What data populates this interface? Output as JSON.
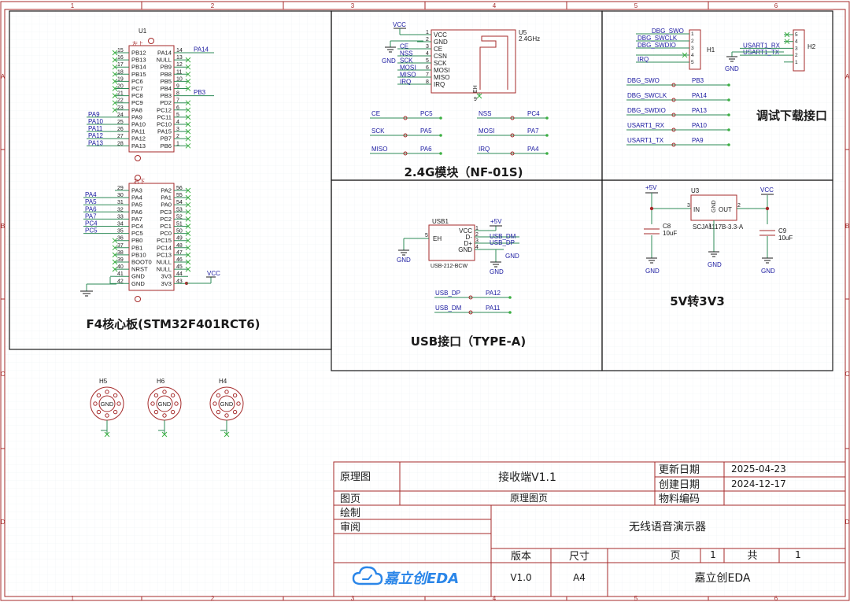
{
  "frame": {
    "cols": [
      "1",
      "2",
      "3",
      "4",
      "5",
      "6"
    ],
    "rows": [
      "A",
      "B",
      "C",
      "D"
    ]
  },
  "blocks": {
    "mcu": {
      "title": "F4核心板(STM32F401RCT6)",
      "designator": "U1",
      "top_tag": "左上",
      "bottom_tag": "右下",
      "top_left": [
        {
          "n": "15",
          "p": "PB12"
        },
        {
          "n": "16",
          "p": "PB13"
        },
        {
          "n": "17",
          "p": "PB14"
        },
        {
          "n": "18",
          "p": "PB15"
        },
        {
          "n": "19",
          "p": "PC6"
        },
        {
          "n": "20",
          "p": "PC7"
        },
        {
          "n": "21",
          "p": "PC8"
        },
        {
          "n": "22",
          "p": "PC9"
        },
        {
          "n": "23",
          "p": "PA8"
        },
        {
          "n": "24",
          "p": "PA9"
        },
        {
          "n": "25",
          "p": "PA10"
        },
        {
          "n": "26",
          "p": "PA11"
        },
        {
          "n": "27",
          "p": "PA12"
        },
        {
          "n": "28",
          "p": "PA13"
        }
      ],
      "top_right": [
        {
          "n": "14",
          "p": "PA14"
        },
        {
          "n": "13",
          "p": "NULL"
        },
        {
          "n": "12",
          "p": "PB9"
        },
        {
          "n": "11",
          "p": "PB8"
        },
        {
          "n": "10",
          "p": "PB5"
        },
        {
          "n": "9",
          "p": "PB4"
        },
        {
          "n": "8",
          "p": "PB3"
        },
        {
          "n": "7",
          "p": "PD2"
        },
        {
          "n": "6",
          "p": "PC12"
        },
        {
          "n": "5",
          "p": "PC11"
        },
        {
          "n": "4",
          "p": "PC10"
        },
        {
          "n": "3",
          "p": "PA15"
        },
        {
          "n": "2",
          "p": "PB7"
        },
        {
          "n": "1",
          "p": "PB6"
        }
      ],
      "bottom_left": [
        {
          "n": "29",
          "p": "PA3"
        },
        {
          "n": "30",
          "p": "PA4"
        },
        {
          "n": "31",
          "p": "PA5"
        },
        {
          "n": "32",
          "p": "PA6"
        },
        {
          "n": "33",
          "p": "PA7"
        },
        {
          "n": "34",
          "p": "PC4"
        },
        {
          "n": "35",
          "p": "PC5"
        },
        {
          "n": "36",
          "p": "PB0"
        },
        {
          "n": "37",
          "p": "PB1"
        },
        {
          "n": "38",
          "p": "PB10"
        },
        {
          "n": "39",
          "p": "BOOT0"
        },
        {
          "n": "40",
          "p": "NRST"
        },
        {
          "n": "41",
          "p": "GND"
        },
        {
          "n": "42",
          "p": "GND"
        }
      ],
      "bottom_right": [
        {
          "n": "56",
          "p": "PA2"
        },
        {
          "n": "55",
          "p": "PA1"
        },
        {
          "n": "54",
          "p": "PA0"
        },
        {
          "n": "53",
          "p": "PC3"
        },
        {
          "n": "52",
          "p": "PC2"
        },
        {
          "n": "51",
          "p": "PC1"
        },
        {
          "n": "50",
          "p": "PC0"
        },
        {
          "n": "49",
          "p": "PC15"
        },
        {
          "n": "48",
          "p": "PC14"
        },
        {
          "n": "47",
          "p": "PC13"
        },
        {
          "n": "46",
          "p": "NULL"
        },
        {
          "n": "45",
          "p": "NULL"
        },
        {
          "n": "44",
          "p": "3V3"
        },
        {
          "n": "43",
          "p": "3V3"
        }
      ],
      "net_top_left": [
        "PA9",
        "PA10",
        "PA11",
        "PA12",
        "PA13"
      ],
      "net_top_right": [
        "PA14",
        "PB3"
      ],
      "net_bottom_left": [
        "PA4",
        "PA5",
        "PA6",
        "PA7",
        "PC4",
        "PC5"
      ],
      "net_vcc": "VCC"
    },
    "rf": {
      "title": "2.4G模块（NF-01S)",
      "designator": "U5",
      "part": "2.4GHz",
      "pins": [
        {
          "n": "1",
          "p": "VCC"
        },
        {
          "n": "2",
          "p": "GND"
        },
        {
          "n": "3",
          "p": "CE"
        },
        {
          "n": "4",
          "p": "CSN"
        },
        {
          "n": "5",
          "p": "SCK"
        },
        {
          "n": "6",
          "p": "MOSI"
        },
        {
          "n": "7",
          "p": "MISO"
        },
        {
          "n": "8",
          "p": "IRQ"
        }
      ],
      "pin_nets": [
        "CE",
        "NSS",
        "SCK",
        "MOSI",
        "MISO",
        "IRQ"
      ],
      "eh_label": "EH",
      "eh_pin": "9",
      "vcc": "VCC",
      "gnd": "GND",
      "links": [
        {
          "a": "CE",
          "b": "PC5"
        },
        {
          "a": "NSS",
          "b": "PC4"
        },
        {
          "a": "SCK",
          "b": "PA5"
        },
        {
          "a": "MOSI",
          "b": "PA7"
        },
        {
          "a": "MISO",
          "b": "PA6"
        },
        {
          "a": "IRQ",
          "b": "PA4"
        }
      ]
    },
    "debug": {
      "title": "调试下载接口",
      "h1": {
        "designator": "H1",
        "nets": [
          "DBG_SWO",
          "DBG_SWCLK",
          "DBG_SWDIO",
          "",
          "IRQ"
        ],
        "pins": [
          "1",
          "2",
          "3",
          "4",
          "5"
        ]
      },
      "h2": {
        "designator": "H2",
        "nets": [
          "",
          "",
          "USART1_RX",
          "USART1_TX",
          ""
        ],
        "pins": [
          "5",
          "4",
          "3",
          "2",
          "1"
        ]
      },
      "gnd": "GND",
      "links": [
        {
          "a": "DBG_SWO",
          "b": "PB3"
        },
        {
          "a": "DBG_SWCLK",
          "b": "PA14"
        },
        {
          "a": "DBG_SWDIO",
          "b": "PA13"
        },
        {
          "a": "USART1_RX",
          "b": "PA10"
        },
        {
          "a": "USART1_TX",
          "b": "PA9"
        }
      ]
    },
    "usb": {
      "title": "USB接口（TYPE-A)",
      "designator": "USB1",
      "part": "USB-212-BCW",
      "eh_label": "EH",
      "eh_pin": "5",
      "pins": [
        {
          "n": "1",
          "p": "VCC"
        },
        {
          "n": "2",
          "p": "D-"
        },
        {
          "n": "3",
          "p": "D+"
        },
        {
          "n": "4",
          "p": "GND"
        }
      ],
      "nets": [
        "+5V",
        "USB_DM",
        "USB_DP",
        "GND"
      ],
      "gnd": "GND",
      "links": [
        {
          "a": "USB_DP",
          "b": "PA12"
        },
        {
          "a": "USB_DM",
          "b": "PA11"
        }
      ]
    },
    "ldo": {
      "title": "5V转3V3",
      "designator": "U3",
      "part": "SCJA1117B-3.3-A",
      "pin_in": "IN",
      "pin_out": "OUT",
      "pin_gnd": "GND",
      "pin_in_n": "3",
      "pin_gnd_n": "1",
      "pin_out_n": "2",
      "vin": "+5V",
      "vout": "VCC",
      "gnd": "GND",
      "c_in": {
        "designator": "C8",
        "value": "10uF"
      },
      "c_out": {
        "designator": "C9",
        "value": "10uF"
      }
    },
    "holes": [
      {
        "designator": "H5",
        "label": "GND"
      },
      {
        "designator": "H6",
        "label": "GND"
      },
      {
        "designator": "H4",
        "label": "GND"
      }
    ]
  },
  "title_block": {
    "type_label": "原理图",
    "name": "接收端V1.1",
    "update_label": "更新日期",
    "update_value": "2025-04-23",
    "create_label": "创建日期",
    "create_value": "2024-12-17",
    "sheet_label": "图页",
    "sheet_value": "原理图页",
    "material_label": "物料编码",
    "draw_label": "绘制",
    "review_label": "审阅",
    "project": "无线语音演示器",
    "version_label": "版本",
    "version_value": "V1.0",
    "size_label": "尺寸",
    "size_value": "A4",
    "page_label": "页",
    "page_value": "1",
    "total_label": "共",
    "total_value": "1",
    "logo_text": "嘉立创EDA",
    "company": "嘉立创EDA"
  },
  "colors": {
    "frame": "#a52a2a",
    "wire": "#2e8b57",
    "net": "#1a1aa0",
    "text": "#1a1a1a",
    "noconnect": "#3cb043",
    "logo": "#2b86e8"
  }
}
